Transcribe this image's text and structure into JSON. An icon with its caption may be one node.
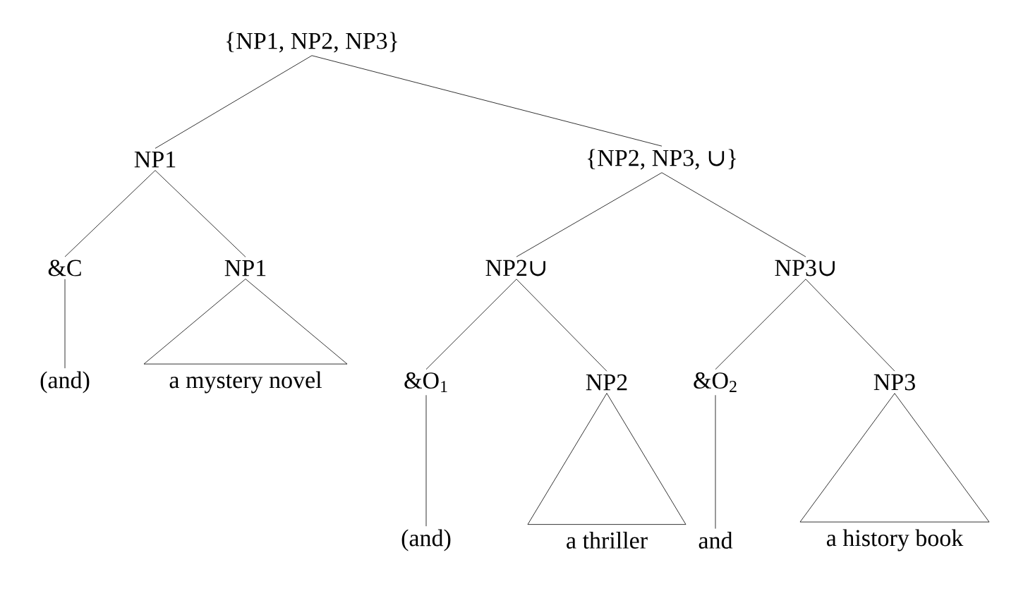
{
  "diagram": {
    "nodes": [
      {
        "text": [
          "{NP1, NP2, NP3}"
        ]
      },
      {
        "text": [
          "NP1"
        ]
      },
      {
        "text": [
          "{NP2, NP3, ∪}"
        ]
      },
      {
        "text": [
          "&C"
        ]
      },
      {
        "text": [
          "NP1"
        ]
      },
      {
        "text": [
          "NP2∪"
        ]
      },
      {
        "text": [
          "NP3∪"
        ]
      },
      {
        "text": [
          "(and)"
        ]
      },
      {
        "text": [
          "a mystery novel"
        ]
      },
      {
        "text": [
          "&O$_{1}$"
        ]
      },
      {
        "text": [
          "NP2"
        ]
      },
      {
        "text": [
          "&O$_{2}$"
        ]
      },
      {
        "text": [
          "NP3"
        ]
      },
      {
        "text": [
          "(and)"
        ]
      },
      {
        "text": [
          "a thriller"
        ]
      },
      {
        "text": [
          "and"
        ]
      },
      {
        "text": [
          "a history book"
        ]
      }
    ],
    "edges": [
      {
        "from": 0,
        "to": 1,
        "arrow": "none"
      },
      {
        "from": 0,
        "to": 2,
        "arrow": "none"
      },
      {
        "from": 1,
        "to": 3,
        "arrow": "none"
      },
      {
        "from": 1,
        "to": 4,
        "arrow": "none"
      },
      {
        "from": 2,
        "to": 5,
        "arrow": "none"
      },
      {
        "from": 2,
        "to": 6,
        "arrow": "none"
      },
      {
        "from": 3,
        "to": 7,
        "arrow": "none"
      },
      {
        "from": 4,
        "to": 8,
        "arrow": "none"
      },
      {
        "from": 5,
        "to": 9,
        "arrow": "none"
      },
      {
        "from": 5,
        "to": 10,
        "arrow": "none"
      },
      {
        "from": 6,
        "to": 11,
        "arrow": "none"
      },
      {
        "from": 6,
        "to": 12,
        "arrow": "none"
      },
      {
        "from": 9,
        "to": 13,
        "arrow": "none"
      },
      {
        "from": 10,
        "to": 14,
        "arrow": "none"
      },
      {
        "from": 11,
        "to": 15,
        "arrow": "none"
      },
      {
        "from": 12,
        "to": 16,
        "arrow": "none"
      }
    ]
  }
}
